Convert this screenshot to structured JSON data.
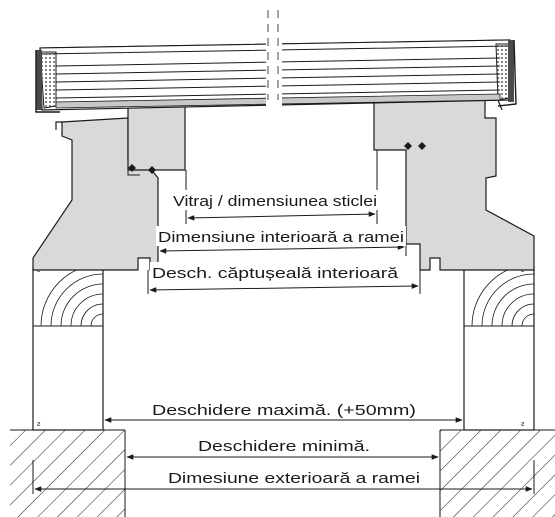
{
  "labels": {
    "glazing": "Vitraj / dimensiunea sticlei",
    "frame_inner": "Dimensiune interioară a ramei",
    "lining_opening": "Desch. căptușeală interioară",
    "max_opening": "Deschidere maximă. (+50mm)",
    "min_opening": "Deschidere minimă.",
    "frame_outer": "Dimesiune exterioară a ramei"
  },
  "colors": {
    "section_fill": "#d9d9d9",
    "glazing_fill": "#c8c8c8",
    "gasket": "#4a4a4a",
    "line": "#1a1a1a"
  }
}
